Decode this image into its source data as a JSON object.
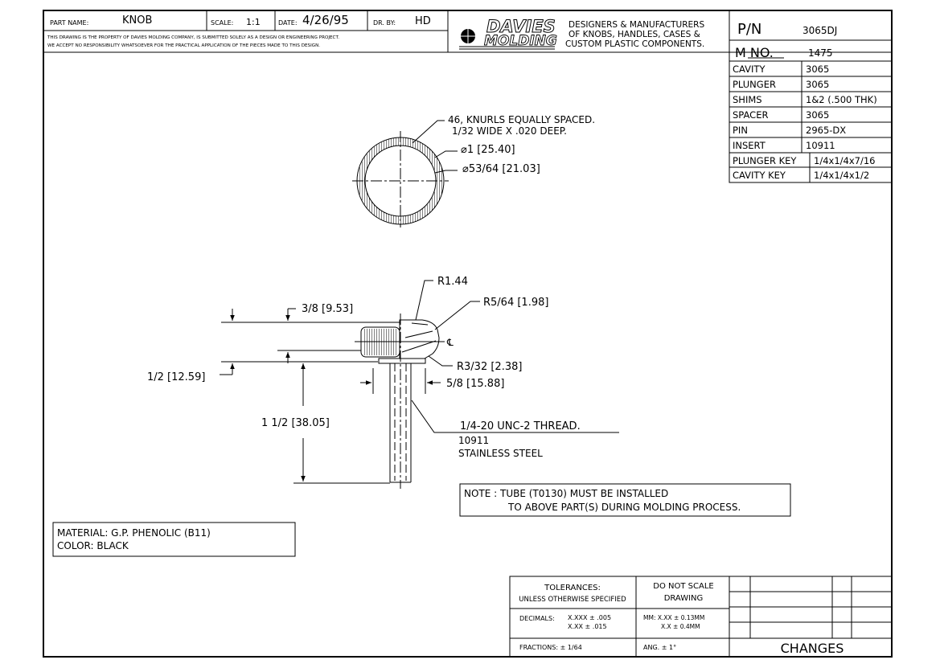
{
  "title_block": {
    "part_name_label": "PART NAME:",
    "part_name": "KNOB",
    "scale_label": "SCALE:",
    "scale": "1:1",
    "date_label": "DATE:",
    "date": "4/26/95",
    "drawn_by_label": "DR. BY:",
    "drawn_by": "HD",
    "disclaimer_line1": "THIS DRAWING IS THE PROPERTY OF DAVIES MOLDING COMPANY, IS SUBMITTED SOLELY AS A DESIGN OR ENGINEERING PROJECT.",
    "disclaimer_line2": "WE ACCEPT NO RESPONSIBILITY WHATSOEVER FOR THE PRACTICAL APPLICATION OF THE PIECES MADE TO THIS DESIGN.",
    "logo_line1": "DAVIES",
    "logo_line2": "MOLDING",
    "company_line1": "DESIGNERS & MANUFACTURERS",
    "company_line2": "OF KNOBS, HANDLES, CASES &",
    "company_line3": "CUSTOM PLASTIC COMPONENTS."
  },
  "part_info": {
    "pn_label": "P/N",
    "pn_value": "3065DJ",
    "m_no_label": "M NO.",
    "m_no_value": "1475",
    "rows": [
      {
        "label": "CAVITY",
        "value": "3065"
      },
      {
        "label": "PLUNGER",
        "value": "3065"
      },
      {
        "label": "SHIMS",
        "value": "1&2 (.500 THK)"
      },
      {
        "label": "SPACER",
        "value": "3065"
      },
      {
        "label": "PIN",
        "value": "2965-DX"
      },
      {
        "label": "INSERT",
        "value": "10911"
      },
      {
        "label": "PLUNGER KEY",
        "value": "1/4x1/4x7/16"
      },
      {
        "label": "CAVITY KEY",
        "value": "1/4x1/4x1/2"
      }
    ]
  },
  "top_view": {
    "knurl_note_line1": "46, KNURLS EQUALLY SPACED.",
    "knurl_note_line2": "1/32 WIDE X .020 DEEP.",
    "outer_dia": "⌀1 [25.40]",
    "inner_dia": "⌀53/64 [21.03]"
  },
  "side_view": {
    "r144": "R1.44",
    "r564": "R5/64 [1.98]",
    "r332": "R3/32 [2.38]",
    "d38": "3/8 [9.53]",
    "d12": "1/2 [12.59]",
    "d58": "5/8 [15.88]",
    "d112": "1 1/2 [38.05]",
    "centerline": "℄",
    "thread_line1": "1/4-20 UNC-2 THREAD.",
    "thread_line2": "10911",
    "thread_line3": "STAINLESS STEEL"
  },
  "note": {
    "line1": "NOTE : TUBE (T0130) MUST BE INSTALLED",
    "line2": "TO ABOVE PART(S) DURING MOLDING PROCESS."
  },
  "material": {
    "line1": "MATERIAL: G.P. PHENOLIC (B11)",
    "line2": "COLOR: BLACK"
  },
  "tolerances": {
    "title_line1": "TOLERANCES:",
    "title_line2": "UNLESS OTHERWISE SPECIFIED",
    "no_scale_line1": "DO NOT SCALE",
    "no_scale_line2": "DRAWING",
    "decimals_label": "DECIMALS:",
    "decimals_line1": "X.XXX ± .005",
    "decimals_line2": "X.XX ± .015",
    "mm_line1": "MM: X.XX ± 0.13MM",
    "mm_line2": "X.X ± 0.4MM",
    "fractions": "FRACTIONS: ± 1/64",
    "angles": "ANG. ± 1°",
    "changes": "CHANGES"
  }
}
